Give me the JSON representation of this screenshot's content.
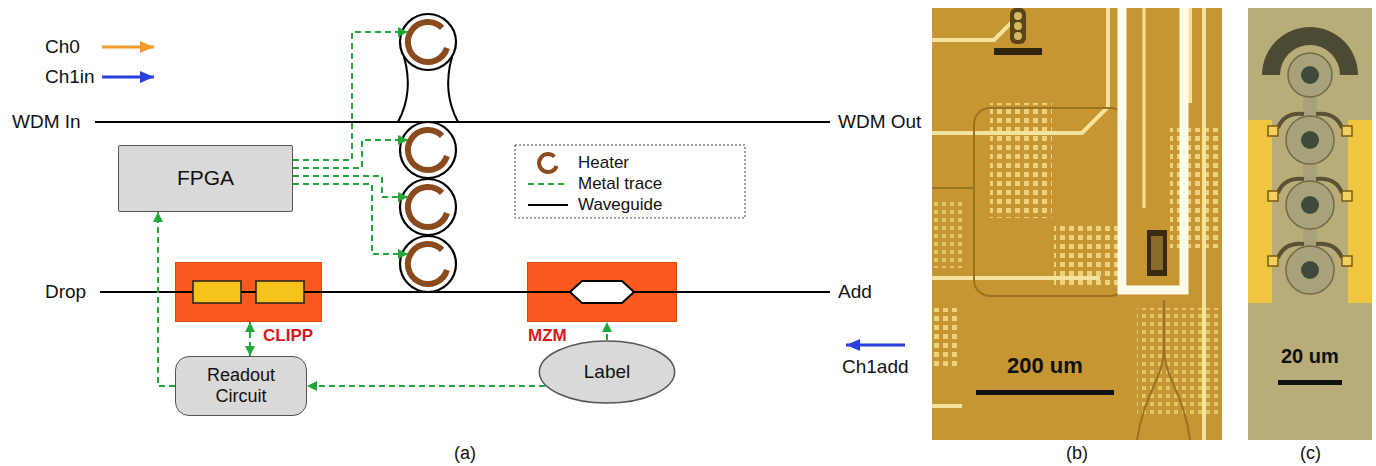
{
  "diagram": {
    "nodes": [
      {
        "text": [
          "FPGA"
        ]
      },
      {
        "text": [
          "CLIPP"
        ]
      },
      {
        "text": [
          "MZM"
        ]
      },
      {
        "text": [
          "Readout Circuit"
        ]
      },
      {
        "text": [
          "Label"
        ]
      }
    ],
    "edges": [
      {
        "from": 3,
        "to": 0,
        "arrow": "to"
      },
      {
        "from": 1,
        "to": 3,
        "arrow": "both"
      },
      {
        "from": 4,
        "to": 2,
        "arrow": "to"
      },
      {
        "from": 4,
        "to": 3,
        "arrow": "to"
      },
      {
        "from": 1,
        "to": 2,
        "arrow": "none"
      }
    ],
    "labels": [
      "Ch0",
      "Ch1in",
      "WDM In",
      "WDM Out",
      "Drop",
      "Add",
      "Ch1add",
      "200 um",
      "20 um",
      "(a)",
      "(b)",
      "(c)"
    ],
    "legend": [
      {
        "text": "Heater"
      },
      {
        "text": "Metal trace"
      },
      {
        "text": "Waveguide"
      }
    ]
  }
}
